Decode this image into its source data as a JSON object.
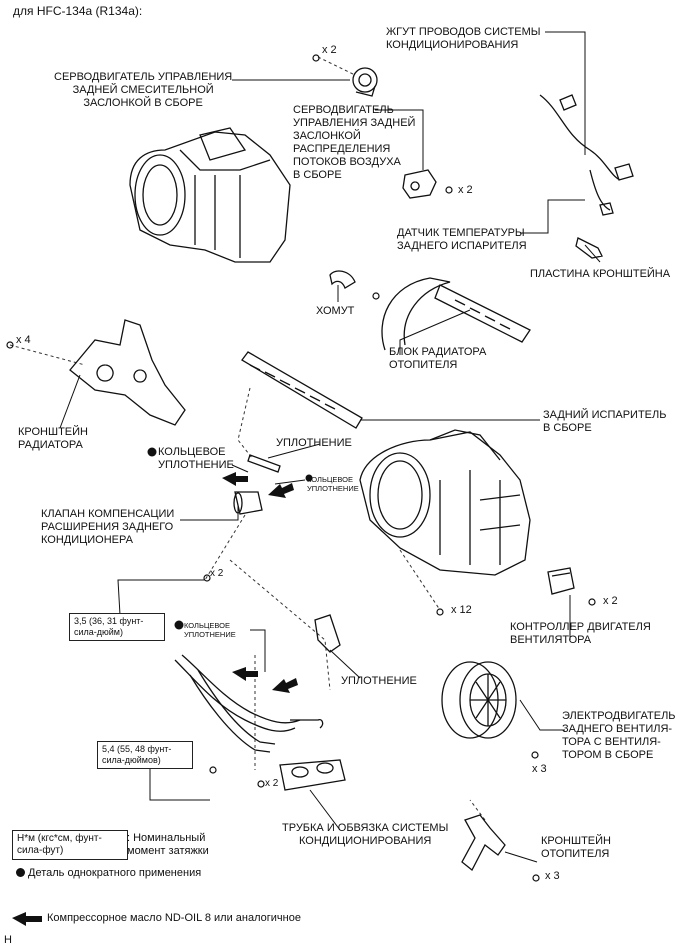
{
  "header": "для HFC-134a (R134a):",
  "labels": {
    "harness": "ЖГУТ ПРОВОДОВ СИСТЕМЫ\nКОНДИЦИОНИРОВАНИЯ",
    "mix_servo": "СЕРВОДВИГАТЕЛЬ УПРАВЛЕНИЯ\nЗАДНЕЙ СМЕСИТЕЛЬНОЙ\nЗАСЛОНКОЙ В СБОРЕ",
    "airflow_servo": "СЕРВОДВИГАТЕЛЬ\nУПРАВЛЕНИЯ ЗАДНЕЙ\nЗАСЛОНКОЙ\nРАСПРЕДЕЛЕНИЯ\nПОТОКОВ ВОЗДУХА\nВ СБОРЕ",
    "evap_sensor": "ДАТЧИК ТЕМПЕРАТУРЫ\nЗАДНЕГО ИСПАРИТЕЛЯ",
    "bracket_plate": "ПЛАСТИНА КРОНШТЕЙНА",
    "clamp": "ХОМУТ",
    "heater_core": "БЛОК РАДИАТОРА\nОТОПИТЕЛЯ",
    "radiator_bracket": "КРОНШТЕЙН\nРАДИАТОРА",
    "o_ring_1": "КОЛЬЦЕВОЕ\nУПЛОТНЕНИЕ",
    "seal_1": "УПЛОТНЕНИЕ",
    "o_ring_small_1": "КОЛЬЦЕВОЕ\nУПЛОТНЕНИЕ",
    "rear_evaporator": "ЗАДНИЙ ИСПАРИТЕЛЬ\nВ СБОРЕ",
    "expansion_valve": "КЛАПАН КОМПЕНСАЦИИ\nРАСШИРЕНИЯ ЗАДНЕГО\nКОНДИЦИОНЕРА",
    "o_ring_2": "КОЛЬЦЕВОЕ\nУПЛОТНЕНИЕ",
    "blower_controller": "КОНТРОЛЛЕР ДВИГАТЕЛЯ\nВЕНТИЛЯТОРА",
    "seal_2": "УПЛОТНЕНИЕ",
    "blower_motor": "ЭЛЕКТРОДВИГАТЕЛЬ\nЗАДНЕГО ВЕНТИЛЯ-\nТОРА С ВЕНТИЛЯ-\nТОРОМ В СБОРЕ",
    "piping": "ТРУБКА И ОБВЯЗКА СИСТЕМЫ\nКОНДИЦИОНИРОВАНИЯ",
    "heater_bracket": "КРОНШТЕЙН\nОТОПИТЕЛЯ"
  },
  "quantities": {
    "q1": "x 2",
    "q2": "x 2",
    "q3": "x 4",
    "q4": "x 2",
    "q5": "x 12",
    "q6": "x 2",
    "q7": "x 2",
    "q8": "x 3",
    "q9": "x 3"
  },
  "torques": {
    "t1": "3,5 (36, 31 фунт-\nсила-дюйм)",
    "t2": "5,4 (55, 48 фунт-\nсила-дюймов)"
  },
  "legend": {
    "torque_box": "Н*м (кгс*см, фунт-\nсила-фут)",
    "torque_desc": ": Номинальный\nмомент затяжки",
    "non_reusable": "Деталь однократного применения",
    "oil": "Компрессорное масло ND-OIL 8 или аналогичное"
  },
  "footer_code": "H"
}
